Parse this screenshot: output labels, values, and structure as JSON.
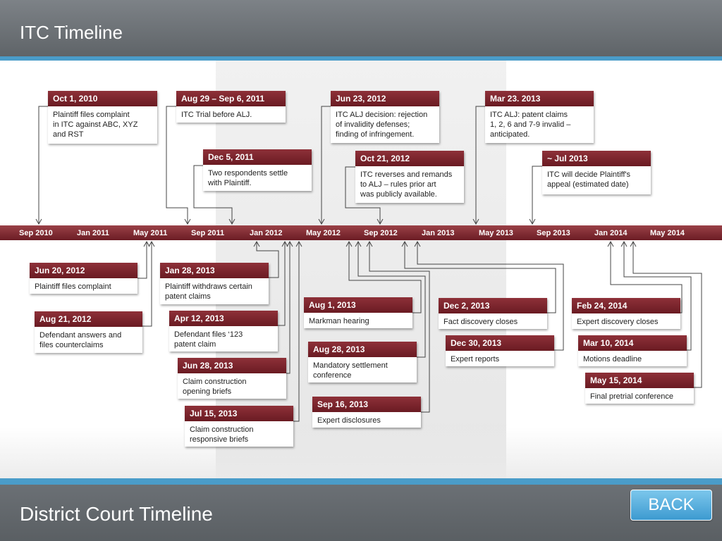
{
  "header": {
    "title": "ITC Timeline"
  },
  "footer": {
    "title": "District Court Timeline",
    "back_label": "BACK"
  },
  "colors": {
    "accent": "#4a9cc9",
    "date_header": "#7a242c",
    "axis": "#7f2a32",
    "header_gray": "#6e7378"
  },
  "timeline": {
    "ticks": [
      "Sep 2010",
      "Jan 2011",
      "May 2011",
      "Sep 2011",
      "Jan 2012",
      "May 2012",
      "Sep 2012",
      "Jan 2013",
      "May 2013",
      "Sep 2013",
      "Jan 2014",
      "May 2014"
    ]
  },
  "itc_events": [
    {
      "date": "Oct 1, 2010",
      "text": "Plaintiff files complaint\nin ITC against ABC, XYZ\nand RST"
    },
    {
      "date": "Aug 29 – Sep 6, 2011",
      "text": "ITC Trial before ALJ."
    },
    {
      "date": "Dec 5, 2011",
      "text": "Two respondents settle\n with Plaintiff."
    },
    {
      "date": "Jun 23, 2012",
      "text": "ITC ALJ decision: rejection\nof invalidity defenses;\nfinding of infringement."
    },
    {
      "date": "Oct 21, 2012",
      "text": "ITC reverses and remands\nto ALJ – rules prior art\nwas publicly available."
    },
    {
      "date": "Mar 23. 2013",
      "text": "ITC ALJ: patent claims\n1, 2, 6 and 7-9 invalid –\nanticipated."
    },
    {
      "date": "~ Jul 2013",
      "text": "ITC will decide Plaintiff's\nappeal (estimated date)"
    }
  ],
  "district_events": [
    {
      "date": "Jun 20, 2012",
      "text": "Plaintiff files complaint"
    },
    {
      "date": "Aug 21, 2012",
      "text": "Defendant answers and\nfiles counterclaims"
    },
    {
      "date": "Jan 28, 2013",
      "text": "Plaintiff withdraws certain\npatent claims"
    },
    {
      "date": "Apr 12, 2013",
      "text": "Defendant files ‘123\npatent claim"
    },
    {
      "date": "Jun 28, 2013",
      "text": "Claim construction\nopening briefs"
    },
    {
      "date": "Jul 15, 2013",
      "text": "Claim construction\n   responsive briefs"
    },
    {
      "date": "Aug 1, 2013",
      "text": "Markman hearing"
    },
    {
      "date": "Aug 28, 2013",
      "text": "Mandatory settlement\nconference"
    },
    {
      "date": "Sep 16, 2013",
      "text": "Expert disclosures"
    },
    {
      "date": "Dec 2, 2013",
      "text": "Fact discovery closes"
    },
    {
      "date": "Dec 30, 2013",
      "text": "Expert reports"
    },
    {
      "date": "Feb 24, 2014",
      "text": "Expert discovery closes"
    },
    {
      "date": "Mar 10, 2014",
      "text": "Motions deadline"
    },
    {
      "date": "May 15, 2014",
      "text": "Final pretrial conference"
    }
  ]
}
